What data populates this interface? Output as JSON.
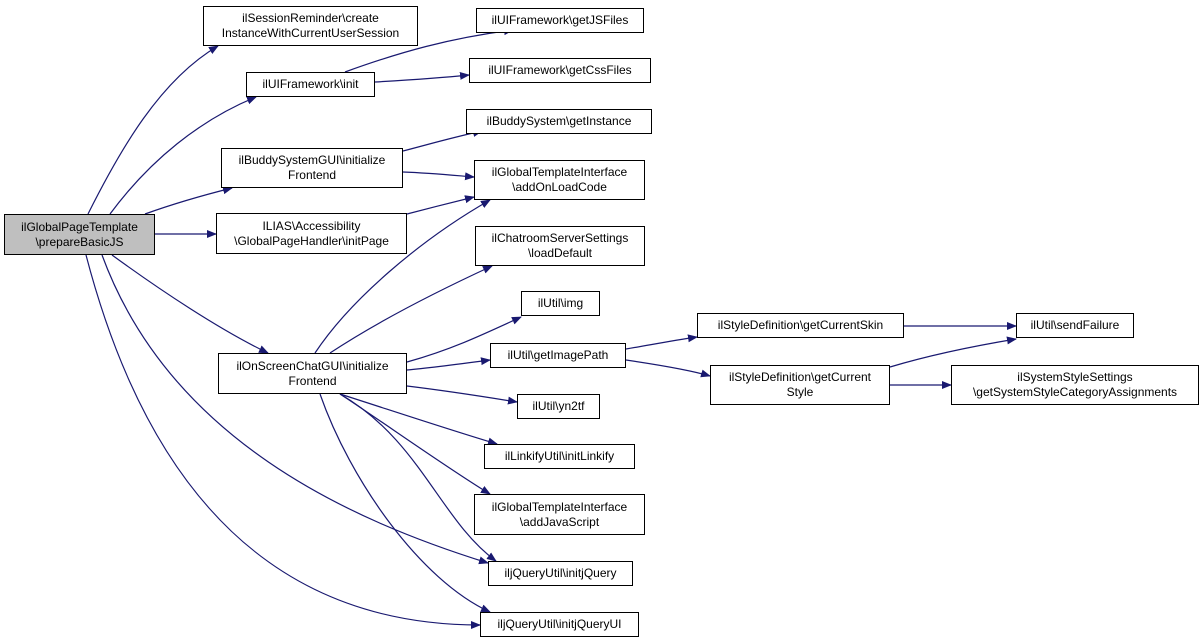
{
  "diagram": {
    "edge_color": "#191970",
    "root_fill": "#bfbfbf",
    "nodes": [
      {
        "id": "root",
        "lines": [
          "ilGlobalPageTemplate",
          "\\prepareBasicJS"
        ],
        "root": true
      },
      {
        "id": "session",
        "lines": [
          "ilSessionReminder\\create",
          "InstanceWithCurrentUserSession"
        ]
      },
      {
        "id": "uifw_init",
        "lines": [
          "ilUIFramework\\init"
        ]
      },
      {
        "id": "uifw_js",
        "lines": [
          "ilUIFramework\\getJSFiles"
        ]
      },
      {
        "id": "uifw_css",
        "lines": [
          "ilUIFramework\\getCssFiles"
        ]
      },
      {
        "id": "buddy_gui",
        "lines": [
          "ilBuddySystemGUI\\initialize",
          "Frontend"
        ]
      },
      {
        "id": "buddy_inst",
        "lines": [
          "ilBuddySystem\\getInstance"
        ]
      },
      {
        "id": "gti_onload",
        "lines": [
          "ilGlobalTemplateInterface",
          "\\addOnLoadCode"
        ]
      },
      {
        "id": "access",
        "lines": [
          "ILIAS\\Accessibility",
          "\\GlobalPageHandler\\initPage"
        ]
      },
      {
        "id": "chat_srv",
        "lines": [
          "ilChatroomServerSettings",
          "\\loadDefault"
        ]
      },
      {
        "id": "util_img",
        "lines": [
          "ilUtil\\img"
        ]
      },
      {
        "id": "osc_gui",
        "lines": [
          "ilOnScreenChatGUI\\initialize",
          "Frontend"
        ]
      },
      {
        "id": "util_imgpath",
        "lines": [
          "ilUtil\\getImagePath"
        ]
      },
      {
        "id": "style_skin",
        "lines": [
          "ilStyleDefinition\\getCurrentSkin"
        ]
      },
      {
        "id": "util_fail",
        "lines": [
          "ilUtil\\sendFailure"
        ]
      },
      {
        "id": "style_cur",
        "lines": [
          "ilStyleDefinition\\getCurrent",
          "Style"
        ]
      },
      {
        "id": "sys_style",
        "lines": [
          "ilSystemStyleSettings",
          "\\getSystemStyleCategoryAssignments"
        ]
      },
      {
        "id": "util_yn",
        "lines": [
          "ilUtil\\yn2tf"
        ]
      },
      {
        "id": "linkify",
        "lines": [
          "ilLinkifyUtil\\initLinkify"
        ]
      },
      {
        "id": "gti_js",
        "lines": [
          "ilGlobalTemplateInterface",
          "\\addJavaScript"
        ]
      },
      {
        "id": "jq",
        "lines": [
          "iljQueryUtil\\initjQuery"
        ]
      },
      {
        "id": "jqui",
        "lines": [
          "iljQueryUtil\\initjQueryUI"
        ]
      }
    ]
  }
}
